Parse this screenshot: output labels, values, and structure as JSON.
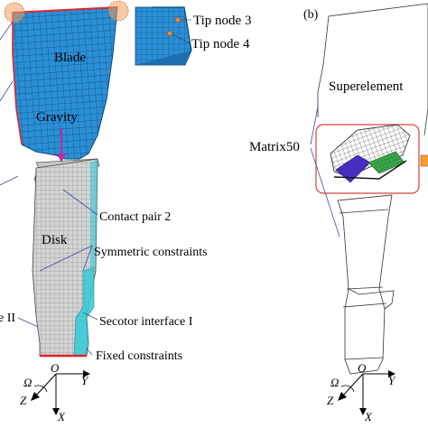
{
  "panel_a": {
    "labels": {
      "blade": "Blade",
      "gravity": "Gravity",
      "tip_node_3": "Tip node 3",
      "tip_node_4": "Tip node 4",
      "contact_pair_2": "Contact pair 2",
      "disk": "Disk",
      "symmetric_constraints": "Symmetric constraints",
      "sector_interface_2": "e II",
      "sector_interface_1": "Secotor interface I",
      "fixed_constraints": "Fixed constraints"
    },
    "axes": {
      "origin": "O",
      "y": "Y",
      "x": "X",
      "z": "Z",
      "omega": "Ω"
    }
  },
  "panel_b": {
    "tag": "(b)",
    "labels": {
      "superelement": "Superelement",
      "matrix": "Matrix50"
    },
    "axes": {
      "origin": "O",
      "y": "Y",
      "x": "X",
      "z": "Z",
      "omega": "Ω"
    }
  },
  "colors": {
    "blade_mesh": "#2b8fd6",
    "disk_mesh": "#c9c9c9",
    "interface": "#33c9d6",
    "constraint": "#e0252a",
    "node": "#f0a060",
    "gravity": "#c0279a",
    "superelement_green": "#3aa84a",
    "superelement_purple": "#4a2cc0",
    "callout": "#d94040"
  }
}
